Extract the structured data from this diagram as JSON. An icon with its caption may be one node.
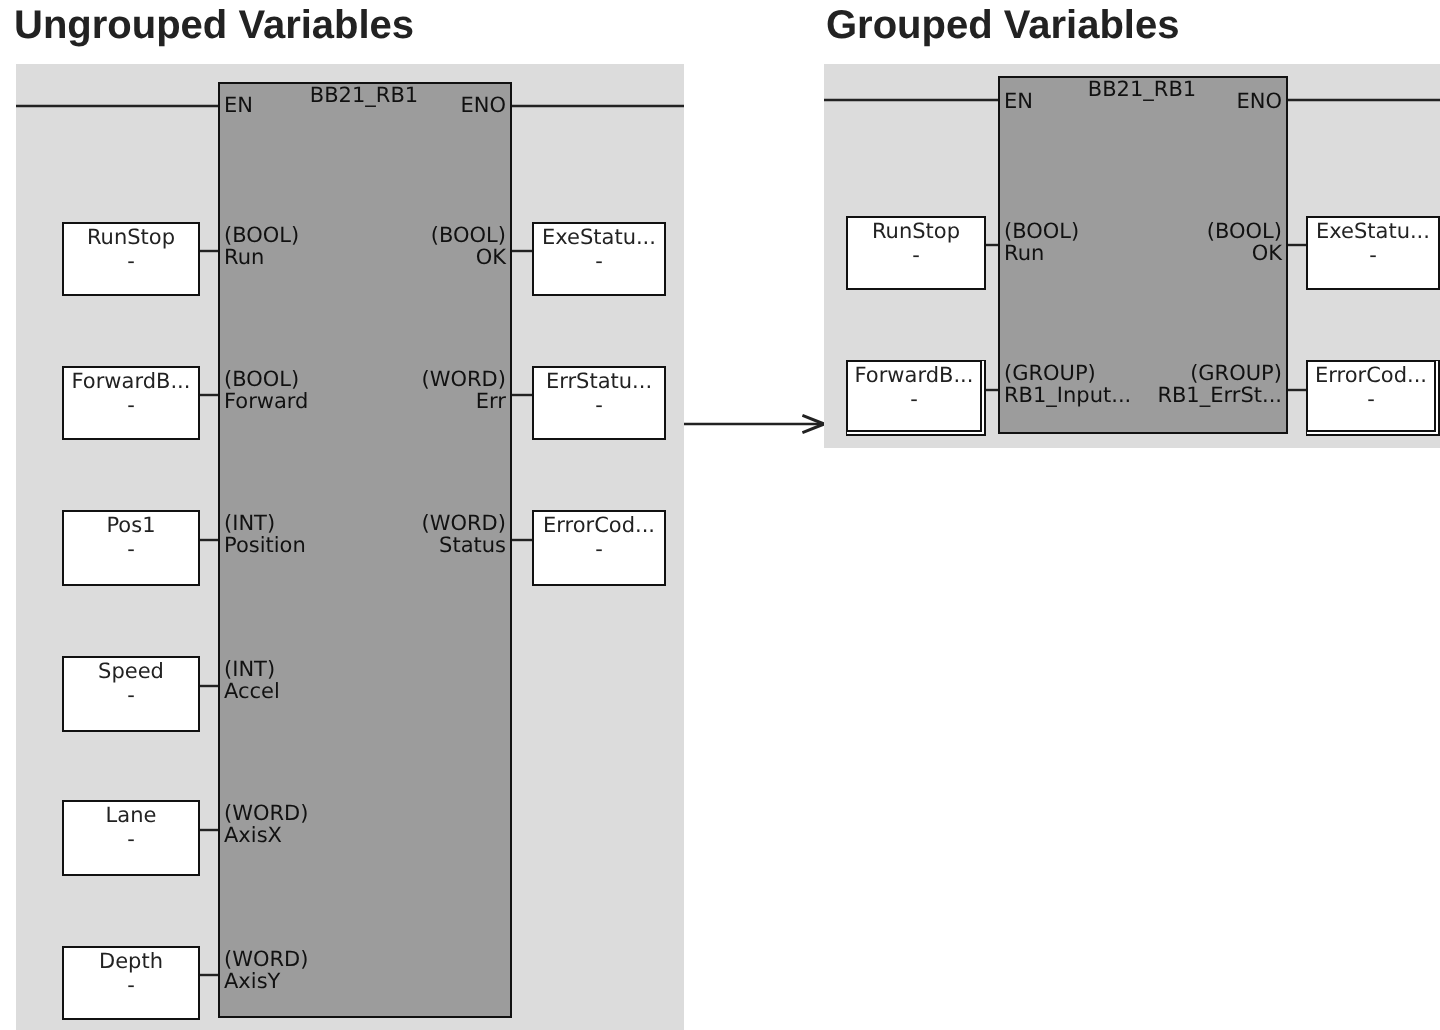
{
  "diagram": {
    "nodes": [
      {
        "text": [
          "Ungrouped Variables"
        ]
      },
      {
        "text": [
          "EN",
          "BB21_RB1",
          "ENO",
          "(BOOL) Run",
          "(BOOL) OK",
          "(BOOL) Forward",
          "(WORD) Err",
          "(INT) Position",
          "(WORD) Status",
          "(INT) Accel",
          "(WORD) AxisX",
          "(WORD) AxisY"
        ],
        "in": 0
      },
      {
        "text": [
          "RunStop",
          "-"
        ],
        "in": 0
      },
      {
        "text": [
          "ExeStatu...",
          "-"
        ],
        "in": 0
      },
      {
        "text": [
          "ForwardB...",
          "-"
        ],
        "in": 0
      },
      {
        "text": [
          "ErrStatu...",
          "-"
        ],
        "in": 0
      },
      {
        "text": [
          "Pos1",
          "-"
        ],
        "in": 0
      },
      {
        "text": [
          "ErrorCod...",
          "-"
        ],
        "in": 0
      },
      {
        "text": [
          "Speed",
          "-"
        ],
        "in": 0
      },
      {
        "text": [
          "Lane",
          "-"
        ],
        "in": 0
      },
      {
        "text": [
          "Depth",
          "-"
        ],
        "in": 0
      },
      {
        "text": [
          "Grouped Variables"
        ]
      },
      {
        "text": [
          "EN",
          "BB21_RB1",
          "ENO",
          "(BOOL) Run",
          "(BOOL) OK",
          "(GROUP) RB1_Input...",
          "(GROUP) RB1_ErrSt..."
        ],
        "in": 11
      },
      {
        "text": [
          "RunStop",
          "-"
        ],
        "in": 11
      },
      {
        "text": [
          "ExeStatu...",
          "-"
        ],
        "in": 11
      },
      {
        "text": [
          "ForwardB...",
          "-"
        ],
        "in": 11
      },
      {
        "text": [
          "ErrorCod...",
          "-"
        ],
        "in": 11
      }
    ],
    "edges": [
      {
        "from": null,
        "to": 1,
        "arrow": "none"
      },
      {
        "from": 1,
        "to": null,
        "arrow": "none"
      },
      {
        "from": 2,
        "to": 1,
        "arrow": "none"
      },
      {
        "from": 1,
        "to": 3,
        "arrow": "none"
      },
      {
        "from": 4,
        "to": 1,
        "arrow": "none"
      },
      {
        "from": 1,
        "to": 5,
        "arrow": "none"
      },
      {
        "from": 6,
        "to": 1,
        "arrow": "none"
      },
      {
        "from": 1,
        "to": 7,
        "arrow": "none"
      },
      {
        "from": 8,
        "to": 1,
        "arrow": "none"
      },
      {
        "from": 9,
        "to": 1,
        "arrow": "none"
      },
      {
        "from": 10,
        "to": 1,
        "arrow": "none"
      },
      {
        "from": null,
        "to": 12,
        "arrow": "none"
      },
      {
        "from": 12,
        "to": null,
        "arrow": "none"
      },
      {
        "from": 13,
        "to": 12,
        "arrow": "none"
      },
      {
        "from": 12,
        "to": 14,
        "arrow": "none"
      },
      {
        "from": 15,
        "to": 12,
        "arrow": "none"
      },
      {
        "from": 12,
        "to": 16,
        "arrow": "none"
      },
      {
        "from": 0,
        "to": 11,
        "arrow": "to"
      }
    ]
  }
}
